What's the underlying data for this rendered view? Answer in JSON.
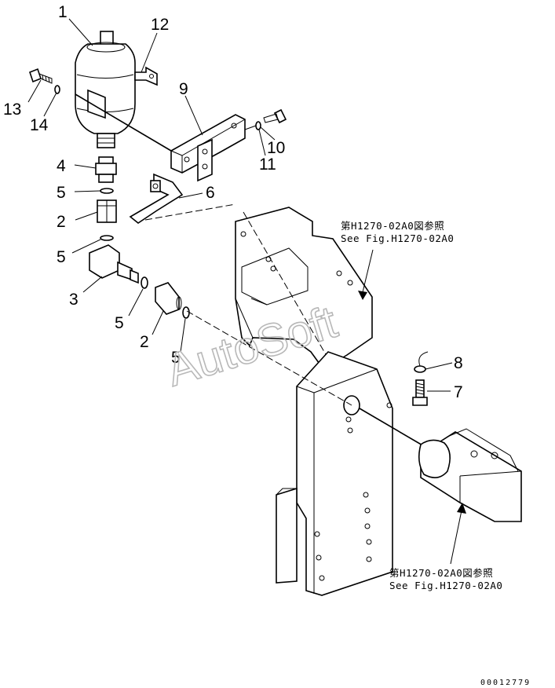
{
  "diagram": {
    "part_numbers": {
      "p1": "1",
      "p12": "12",
      "p13": "13",
      "p14": "14",
      "p9": "9",
      "p10": "10",
      "p11": "11",
      "p4": "4",
      "p5a": "5",
      "p6": "6",
      "p2a": "2",
      "p5b": "5",
      "p3": "3",
      "p5c": "5",
      "p2b": "2",
      "p5d": "5",
      "p8": "8",
      "p7": "7"
    },
    "references": {
      "top_jp": "第H1270-02A0図参照",
      "top_en": "See Fig.H1270-02A0",
      "bottom_jp": "第H1270-02A0図参照",
      "bottom_en": "See Fig.H1270-02A0"
    },
    "watermark": "AutoSoft",
    "document_id": "00012779"
  }
}
